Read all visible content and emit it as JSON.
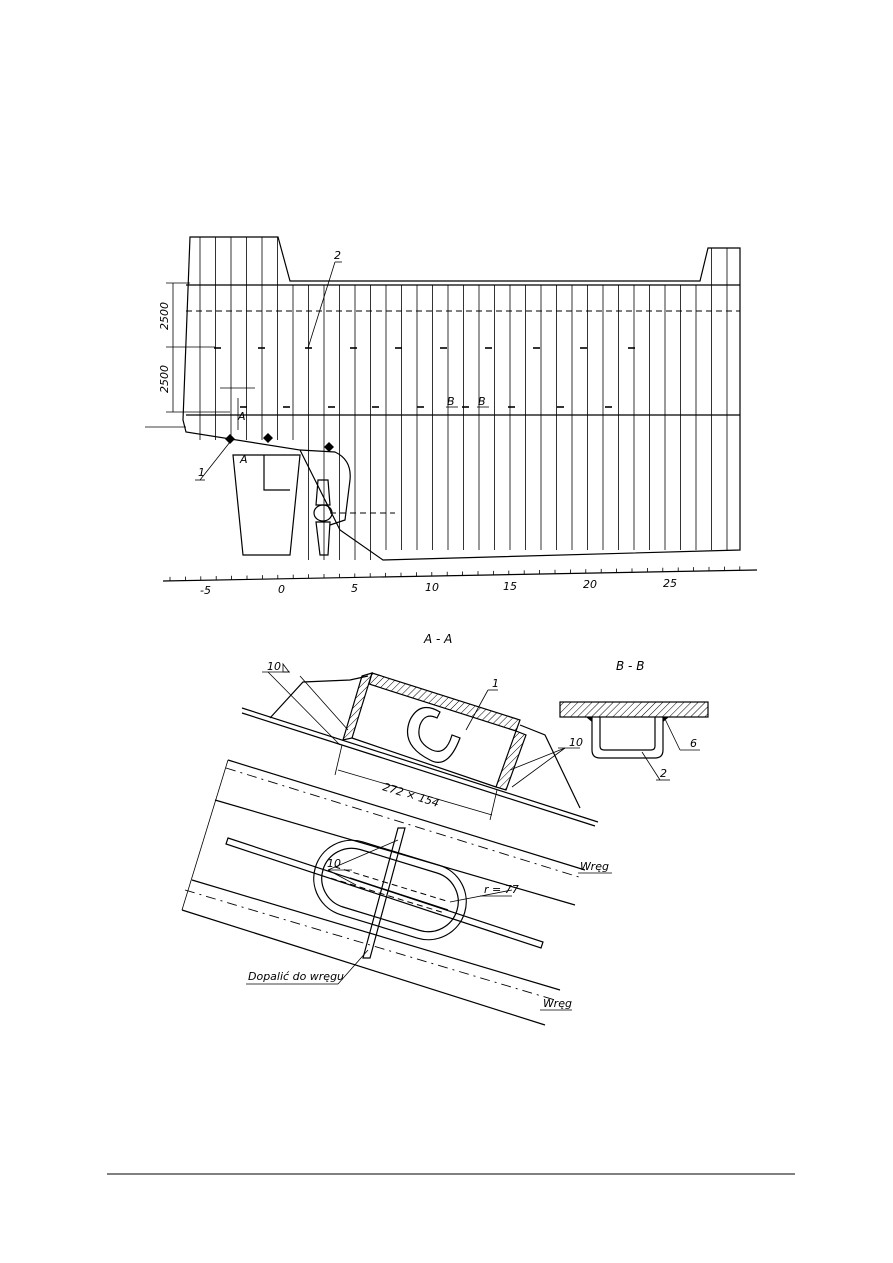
{
  "side_view": {
    "dim_upper": "2500",
    "dim_lower": "2500",
    "callout_1": "1",
    "callout_2": "2",
    "section_a": "A",
    "section_b": "B",
    "scale_labels": [
      "-5",
      "0",
      "5",
      "10",
      "15",
      "20",
      "25"
    ]
  },
  "section_aa": {
    "title": "A - A",
    "weld_left": "10",
    "weld_right": "10",
    "weld_top": "10",
    "callout_1": "1",
    "dimension": "272 × 154",
    "radius": "r = 77",
    "frame_label_upper": "Wręg",
    "frame_label_lower": "Wręg",
    "note": "Dopalić do wręgu"
  },
  "section_bb": {
    "title": "B - B",
    "weld": "6",
    "callout_2": "2"
  }
}
